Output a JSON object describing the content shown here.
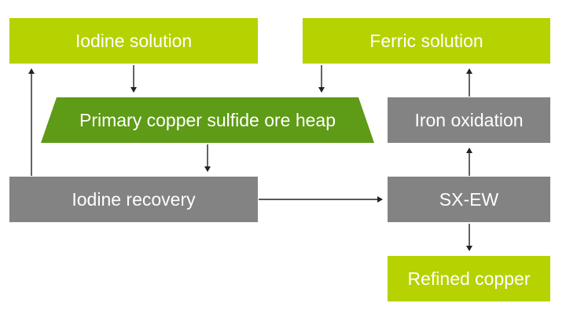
{
  "nodes": {
    "iodine_solution": "Iodine solution",
    "ferric_solution": "Ferric solution",
    "ore_heap": "Primary copper sulfide ore heap",
    "iron_oxidation": "Iron oxidation",
    "iodine_recovery": "Iodine recovery",
    "sx_ew": "SX-EW",
    "refined_copper": "Refined copper"
  },
  "colors": {
    "lime": "#b6d200",
    "heap_green": "#5e9b16",
    "grey": "#838383",
    "arrow": "#222222"
  },
  "edges": [
    {
      "from": "iodine_solution",
      "to": "ore_heap"
    },
    {
      "from": "ferric_solution",
      "to": "ore_heap"
    },
    {
      "from": "ore_heap",
      "to": "iodine_recovery"
    },
    {
      "from": "iodine_recovery",
      "to": "iodine_solution"
    },
    {
      "from": "iodine_recovery",
      "to": "sx_ew"
    },
    {
      "from": "sx_ew",
      "to": "iron_oxidation"
    },
    {
      "from": "iron_oxidation",
      "to": "ferric_solution"
    },
    {
      "from": "sx_ew",
      "to": "refined_copper"
    }
  ]
}
